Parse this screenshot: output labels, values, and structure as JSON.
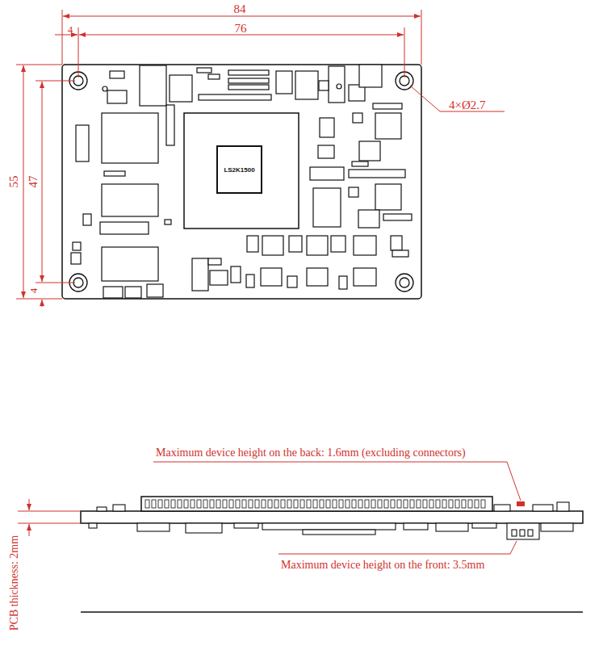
{
  "diagram": {
    "nodes": [
      {
        "text": [
          "LS2K1500"
        ]
      }
    ],
    "labels": [
      "84",
      "4",
      "76",
      "4×Ø2.7",
      "55",
      "47",
      "4",
      "Maximum device height on the back: 1.6mm (excluding connectors)",
      "Maximum device height on the front: 3.5mm",
      "PCB thickness: 2mm"
    ]
  }
}
